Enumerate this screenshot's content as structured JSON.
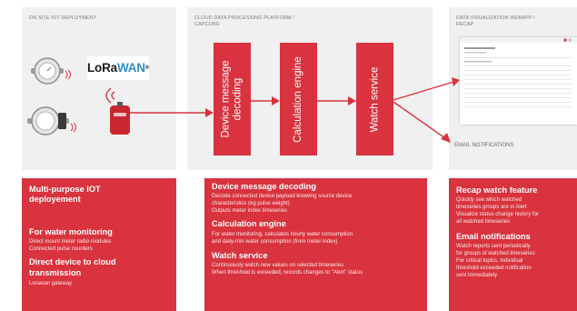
{
  "panels": {
    "iot": {
      "title": "ON SITE IOT DEPLOYMENT"
    },
    "cloud": {
      "title_line1": "CLOUD DATA PROCESSING PLATFORM /",
      "title_line2": "CAPCORE"
    },
    "viz": {
      "title_line1": "DATA VISUALIZATION WEBAPP /",
      "title_line2": "RECAP"
    }
  },
  "logo": {
    "text_lo": "LoRa",
    "text_wan": "WAN",
    "mark": "®"
  },
  "stages": {
    "decoding": {
      "line1": "Device message",
      "line2": "decoding"
    },
    "calculation": {
      "line1": "Calculation engine"
    },
    "watch": {
      "line1": "Watch service"
    }
  },
  "email_label": "EMAIL NOTIFICATIONS",
  "cards": {
    "iot": {
      "head1_line1": "Multi-purpose  IOT",
      "head1_line2": "deployement",
      "head2": "For water monitoring",
      "text2_line1": "Direct mount meter radio modules",
      "text2_line2": "Connected pulse counters",
      "head3_line1": "Direct device to cloud",
      "head3_line2": "transmission",
      "text3": "Lorawan gateway"
    },
    "cloud": {
      "head1": "Device message decoding",
      "text1_line1": "Decode connected device payload knowing source device",
      "text1_line2": "characteristics (eg pulse weight)",
      "text1_line3": "Outputs meter index timeseries",
      "head2": "Calculation  engine",
      "text2_line1": "For water monitoring, calculates hourly water consumption",
      "text2_line2": "and daily-min water consumption (from meter index)",
      "head3": "Watch service",
      "text3_line1": "Continuously watch new values on selected timeseries",
      "text3_line2": "When threshold is exceeded, records changes to \"Alert\" status"
    },
    "viz": {
      "head1": "Recap watch feature",
      "text1_line1": "Quickly see which watched",
      "text1_line2": "timeseries groups are in Alert",
      "text1_line3": "Visualize status change history for",
      "text1_line4": "all watched timeseries",
      "head2": "Email notifications",
      "text2_line1": "Watch reports sent periodically",
      "text2_line2": "for groups of watched timeseries",
      "text2_line3": "For critical topics, individual",
      "text2_line4": "threshold exceeded notification",
      "text2_line5": "sent immediately"
    }
  },
  "colors": {
    "accent": "#d8333e",
    "panel": "#f0f0f0"
  }
}
